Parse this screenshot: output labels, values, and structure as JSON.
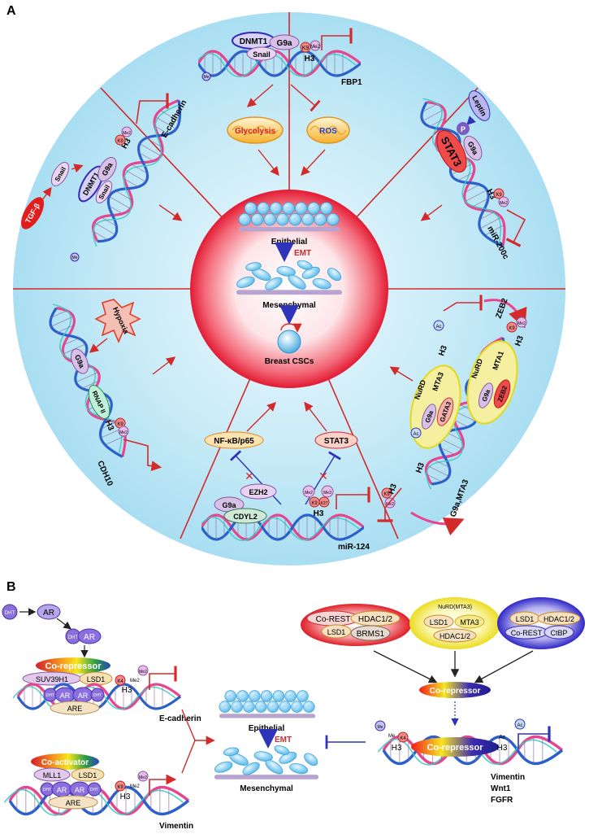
{
  "panel_labels": {
    "a": "A",
    "b": "B"
  },
  "panel_a": {
    "center": {
      "epithelial": "Epithelial",
      "emt": "EMT",
      "mesenchymal": "Mesenchymal",
      "breast_cscs": "Breast CSCs"
    },
    "top": {
      "dnmt1": "DNMT1",
      "g9a": "G9a",
      "snail": "Snail",
      "k9": "K9",
      "me2": "Me2",
      "h3": "H3",
      "me": "Me",
      "gene": "FBP1",
      "glycolysis": "Glycolysis",
      "ros": "ROS"
    },
    "top_left": {
      "tgfb": "TGF-β",
      "snail": "Snail",
      "dnmt1": "DNMT1",
      "g9a": "G9a",
      "snail2": "Snail",
      "h3": "H3",
      "k9": "K9",
      "me2": "Me2",
      "me": "Me",
      "gene": "E-cadherin"
    },
    "top_right": {
      "leptin": "Leptin",
      "p": "P",
      "g9a": "G9a",
      "stat3": "STAT3",
      "h3": "H3",
      "k9": "K9",
      "me2": "Me2",
      "gene": "miR-200c"
    },
    "bottom_left": {
      "hypoxia": "Hypoxia",
      "g9a": "G9a",
      "rnap": "RNAP II",
      "h3": "H3",
      "k9": "K9",
      "me2": "Me2",
      "gene": "CDH10"
    },
    "bottom": {
      "nfkb": "NF-κB/p65",
      "stat3": "STAT3",
      "g9a": "G9a",
      "ezh2": "EZH2",
      "cdyl2": "CDYL2",
      "me2": "Me2",
      "me3": "Me3",
      "k9": "K9",
      "k27": "K27",
      "h3": "H3",
      "gene": "miR-124"
    },
    "bottom_right": {
      "nurd": "NuRD",
      "mta3": "MTA3",
      "g9a": "G9a",
      "gata3": "GATA3",
      "nurd2": "NuRD",
      "mta1": "MTA1",
      "g9a2": "G9a",
      "zeb2": "ZEB2",
      "ac": "Ac",
      "h3": "H3",
      "k9": "K9",
      "me2": "Me2",
      "gene_zeb2": "ZEB2",
      "gene_g9a_mta3": "G9a,MTA3"
    }
  },
  "panel_b": {
    "dht": "DHT",
    "ar": "AR",
    "corepressor": "Co-repressor",
    "suv39h1": "SUV39H1",
    "lsd1": "LSD1",
    "are": "ARE",
    "k4": "K4",
    "me2": "Me2",
    "h3": "H3",
    "ecadherin": "E-cadherin",
    "coactivator": "Co-activator",
    "mll1": "MLL1",
    "k9": "K9",
    "vimentin": "Vimentin",
    "epithelial": "Epithelial",
    "emt": "EMT",
    "mesenchymal": "Mesenchymal",
    "complex1": {
      "corest": "Co-REST",
      "lsd1": "LSD1",
      "hdac": "HDAC1/2",
      "brms1": "BRMS1"
    },
    "complex2": {
      "nurd": "NuRD(MTA3)",
      "lsd1": "LSD1",
      "mta3": "MTA3",
      "hdac": "HDAC1/2"
    },
    "complex3": {
      "lsd1": "LSD1",
      "hdac": "HDAC1/2",
      "corest": "Co-REST",
      "ctbp": "CtBP"
    },
    "corepressor_center": "Co-repressor",
    "corepressor_dna": "Co-repressor",
    "me": "Me",
    "ac": "Ac",
    "targets": [
      "Vimentin",
      "Wnt1",
      "FGFR"
    ]
  },
  "colors": {
    "circle_bg": "#bfe6f5",
    "center_red": "#e8283a",
    "line_red": "#d42a2a",
    "cell_blue": "#6ec6ef",
    "membrane": "#b7a4cf",
    "g9a": "#c9a7d8"
  }
}
